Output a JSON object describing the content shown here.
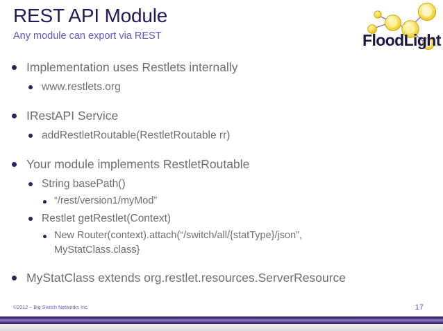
{
  "slide": {
    "title": "REST API Module",
    "subtitle": "Any module can export via REST",
    "colors": {
      "title": "#231a5e",
      "subtitle": "#6254c8",
      "body_text": "#6e6e6e",
      "bullet": "#2e2163",
      "footer": "#6254c8",
      "bar": "#4a2f85",
      "logo_circle": "#f5d93b",
      "logo_wordmark": "#1c1746"
    }
  },
  "logo": {
    "name": "floodlight-logo",
    "wordmark": "FloodLight"
  },
  "content": [
    {
      "level": 1,
      "text": "Implementation uses Restlets internally",
      "gap_before": "none"
    },
    {
      "level": 2,
      "text": "www.restlets.org",
      "gap_before": "none"
    },
    {
      "level": 1,
      "text": "IRestAPI Service",
      "gap_before": "large"
    },
    {
      "level": 2,
      "text": "addRestletRoutable(RestletRoutable rr)",
      "gap_before": "none"
    },
    {
      "level": 1,
      "text": "Your module implements RestletRoutable",
      "gap_before": "large"
    },
    {
      "level": 2,
      "text": "String basePath()",
      "gap_before": "none"
    },
    {
      "level": 3,
      "text": "“/rest/version1/myMod”",
      "gap_before": "none"
    },
    {
      "level": 2,
      "text": "Restlet getRestlet(Context)",
      "gap_before": "none"
    },
    {
      "level": 3,
      "text": "New Router(context).attach(“/switch/all/{statType}/json”, MyStatClass.class}",
      "gap_before": "none"
    },
    {
      "level": 1,
      "text": "MyStatClass extends org.restlet.resources.ServerResource",
      "gap_before": "large"
    }
  ],
  "footer": {
    "copyright": "©2012 – Big Switch Networks Inc.",
    "page_number": "17"
  }
}
